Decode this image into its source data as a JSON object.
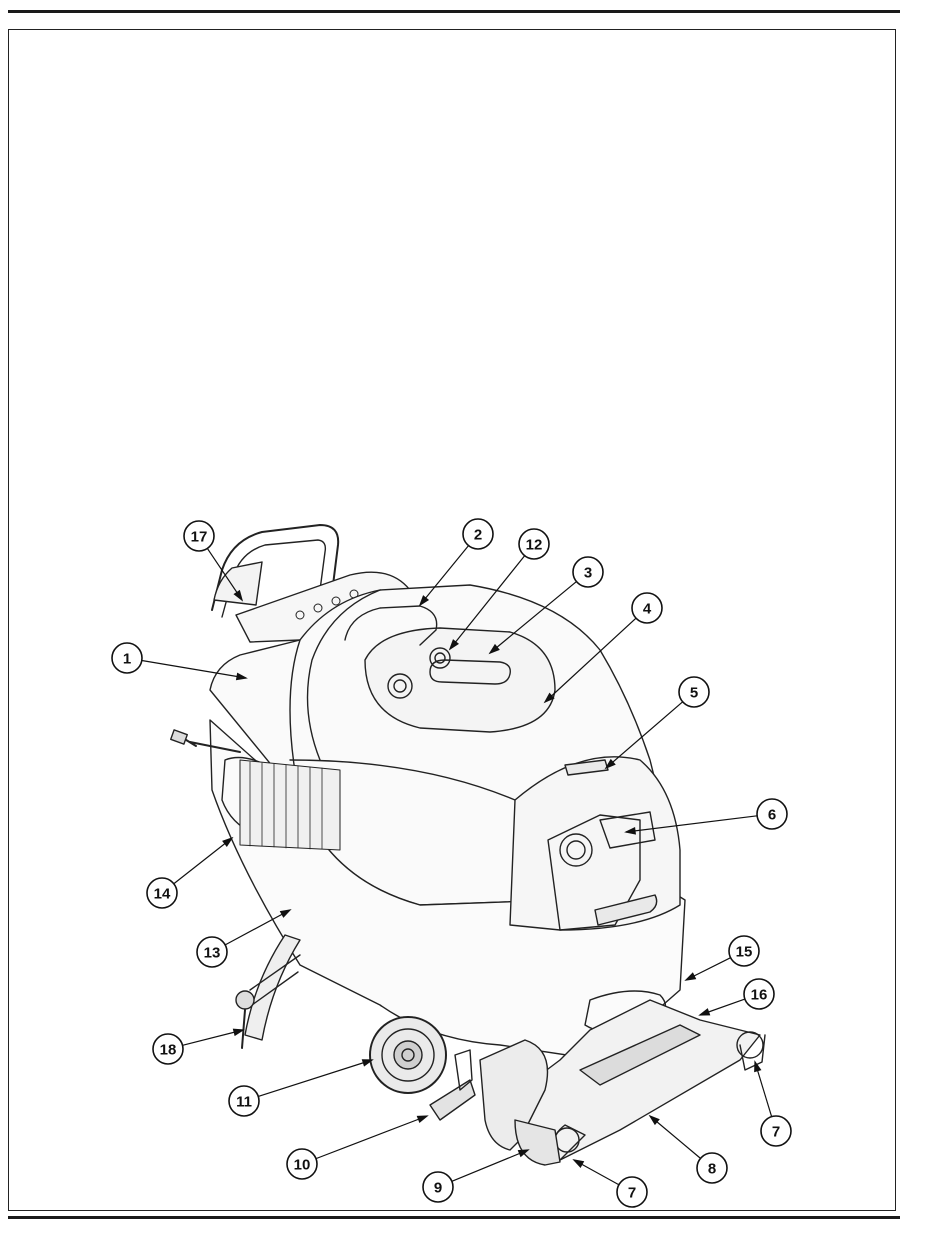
{
  "diagram": {
    "callouts": [
      {
        "id": "c1",
        "label": "1"
      },
      {
        "id": "c2",
        "label": "2"
      },
      {
        "id": "c3",
        "label": "3"
      },
      {
        "id": "c4",
        "label": "4"
      },
      {
        "id": "c5",
        "label": "5"
      },
      {
        "id": "c6",
        "label": "6"
      },
      {
        "id": "c7a",
        "label": "7"
      },
      {
        "id": "c7b",
        "label": "7"
      },
      {
        "id": "c8",
        "label": "8"
      },
      {
        "id": "c9",
        "label": "9"
      },
      {
        "id": "c10",
        "label": "10"
      },
      {
        "id": "c11",
        "label": "11"
      },
      {
        "id": "c12",
        "label": "12"
      },
      {
        "id": "c13",
        "label": "13"
      },
      {
        "id": "c14",
        "label": "14"
      },
      {
        "id": "c15",
        "label": "15"
      },
      {
        "id": "c16",
        "label": "16"
      },
      {
        "id": "c17",
        "label": "17"
      },
      {
        "id": "c18",
        "label": "18"
      }
    ]
  }
}
